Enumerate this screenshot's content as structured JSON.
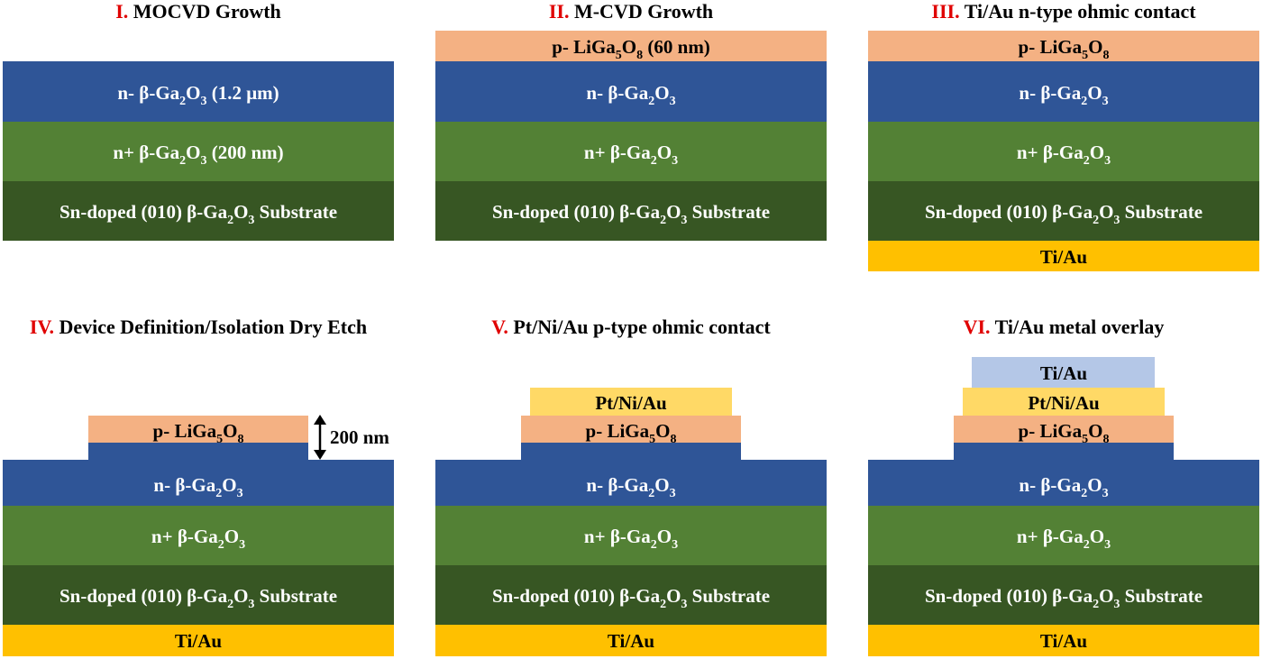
{
  "colors": {
    "p_layer": "#F4B183",
    "n_layer": "#2F5597",
    "nplus_layer": "#538135",
    "substrate": "#375623",
    "ti_au": "#FFC000",
    "pt_ni_au": "#FFD966",
    "ti_au_overlay": "#B4C7E7",
    "step_number": "#E00000"
  },
  "steps": [
    {
      "number": "I.",
      "title": "MOCVD Growth",
      "layers": {
        "n": {
          "base": "n- β-Ga",
          "sub1": "2",
          "mid": "O",
          "sub2": "3",
          "tail": " (1.2 μm)"
        },
        "nplus": {
          "base": "n+ β-Ga",
          "sub1": "2",
          "mid": "O",
          "sub2": "3",
          "tail": " (200 nm)"
        },
        "substrate": {
          "base": "Sn-doped (010) β-Ga",
          "sub1": "2",
          "mid": "O",
          "sub2": "3",
          "tail": " Substrate"
        }
      }
    },
    {
      "number": "II.",
      "title": "M-CVD Growth",
      "layers": {
        "p": {
          "base": "p- LiGa",
          "sub1": "5",
          "mid": "O",
          "sub2": "8",
          "tail": " (60 nm)"
        },
        "n": {
          "base": "n- β-Ga",
          "sub1": "2",
          "mid": "O",
          "sub2": "3",
          "tail": ""
        },
        "nplus": {
          "base": "n+ β-Ga",
          "sub1": "2",
          "mid": "O",
          "sub2": "3",
          "tail": ""
        },
        "substrate": {
          "base": "Sn-doped (010) β-Ga",
          "sub1": "2",
          "mid": "O",
          "sub2": "3",
          "tail": " Substrate"
        }
      }
    },
    {
      "number": "III.",
      "title": "Ti/Au n-type ohmic contact",
      "layers": {
        "p": {
          "base": "p- LiGa",
          "sub1": "5",
          "mid": "O",
          "sub2": "8",
          "tail": ""
        },
        "n": {
          "base": "n- β-Ga",
          "sub1": "2",
          "mid": "O",
          "sub2": "3",
          "tail": ""
        },
        "nplus": {
          "base": "n+ β-Ga",
          "sub1": "2",
          "mid": "O",
          "sub2": "3",
          "tail": ""
        },
        "substrate": {
          "base": "Sn-doped (010) β-Ga",
          "sub1": "2",
          "mid": "O",
          "sub2": "3",
          "tail": " Substrate"
        },
        "back_contact": "Ti/Au"
      }
    },
    {
      "number": "IV.",
      "title": "Device Definition/Isolation Dry Etch",
      "etch_depth": "200 nm",
      "layers": {
        "p": {
          "base": "p- LiGa",
          "sub1": "5",
          "mid": "O",
          "sub2": "8",
          "tail": ""
        },
        "n": {
          "base": "n- β-Ga",
          "sub1": "2",
          "mid": "O",
          "sub2": "3",
          "tail": ""
        },
        "nplus": {
          "base": "n+ β-Ga",
          "sub1": "2",
          "mid": "O",
          "sub2": "3",
          "tail": ""
        },
        "substrate": {
          "base": "Sn-doped (010) β-Ga",
          "sub1": "2",
          "mid": "O",
          "sub2": "3",
          "tail": " Substrate"
        },
        "back_contact": "Ti/Au"
      }
    },
    {
      "number": "V.",
      "title": "Pt/Ni/Au p-type ohmic contact",
      "layers": {
        "p_contact": "Pt/Ni/Au",
        "p": {
          "base": "p- LiGa",
          "sub1": "5",
          "mid": "O",
          "sub2": "8",
          "tail": ""
        },
        "n": {
          "base": "n- β-Ga",
          "sub1": "2",
          "mid": "O",
          "sub2": "3",
          "tail": ""
        },
        "nplus": {
          "base": "n+ β-Ga",
          "sub1": "2",
          "mid": "O",
          "sub2": "3",
          "tail": ""
        },
        "substrate": {
          "base": "Sn-doped (010) β-Ga",
          "sub1": "2",
          "mid": "O",
          "sub2": "3",
          "tail": " Substrate"
        },
        "back_contact": "Ti/Au"
      }
    },
    {
      "number": "VI.",
      "title": "Ti/Au metal overlay",
      "layers": {
        "overlay": "Ti/Au",
        "p_contact": "Pt/Ni/Au",
        "p": {
          "base": "p- LiGa",
          "sub1": "5",
          "mid": "O",
          "sub2": "8",
          "tail": ""
        },
        "n": {
          "base": "n- β-Ga",
          "sub1": "2",
          "mid": "O",
          "sub2": "3",
          "tail": ""
        },
        "nplus": {
          "base": "n+ β-Ga",
          "sub1": "2",
          "mid": "O",
          "sub2": "3",
          "tail": ""
        },
        "substrate": {
          "base": "Sn-doped (010) β-Ga",
          "sub1": "2",
          "mid": "O",
          "sub2": "3",
          "tail": " Substrate"
        },
        "back_contact": "Ti/Au"
      }
    }
  ]
}
